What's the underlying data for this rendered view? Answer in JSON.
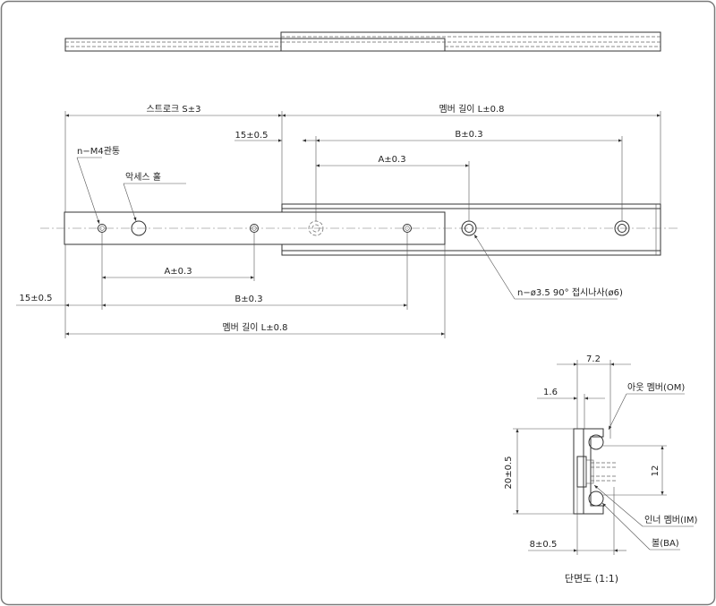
{
  "labels": {
    "stroke": "스트로크 S±3",
    "member_length_top": "멤버 길이 L±0.8",
    "offset_top": "15±0.5",
    "b_top": "B±0.3",
    "a_top": "A±0.3",
    "through_hole": "n−M4관통",
    "access_hole": "악세스 홀",
    "a_bottom": "A±0.3",
    "offset_bottom": "15±0.5",
    "b_bottom": "B±0.3",
    "member_length_bottom": "멤버 길이 L±0.8",
    "countersink": "n−ø3.5 90° 접시나사(ø6)",
    "dim_width": "7.2",
    "dim_thick": "1.6",
    "outer_member": "아웃 멤버(OM)",
    "dim_height": "20±0.5",
    "dim_12": "12",
    "inner_member": "인너 멤버(IM)",
    "dim_8": "8±0.5",
    "ball": "볼(BA)",
    "section_title": "단면도 (1:1)"
  },
  "colors": {
    "border": "#7a7a7a",
    "line": "#333333",
    "background": "#ffffff"
  }
}
